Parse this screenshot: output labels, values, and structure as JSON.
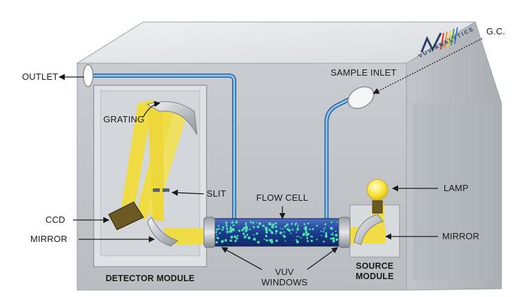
{
  "labels": {
    "outlet": "OUTLET",
    "gc": "G.C.",
    "sample_inlet": "SAMPLE INLET",
    "grating": "GRATING",
    "slit": "SLIT",
    "flow_cell": "FLOW CELL",
    "lamp": "LAMP",
    "ccd": "CCD",
    "mirror_left": "MIRROR",
    "mirror_right": "MIRROR",
    "vuv_windows_line1": "VUV",
    "vuv_windows_line2": "WINDOWS",
    "source_module_line1": "SOURCE",
    "source_module_line2": "MODULE",
    "detector_module": "DETECTOR MODULE"
  },
  "brand": {
    "text": "VUV ANALYTICS",
    "logo_colors": [
      "#2c3f66",
      "#e0312f",
      "#f28c28",
      "#f4d03f",
      "#47a447",
      "#3a7bd5"
    ]
  },
  "colors": {
    "housing_front": "#c8cbcf",
    "housing_top": "#e6e8ea",
    "housing_side": "#b4b8bc",
    "light_beam": "#f5dd2a",
    "tube": "#6aaee0",
    "flow_cell_fill": "#1b3d8f",
    "particles": "#4fe0b0"
  }
}
